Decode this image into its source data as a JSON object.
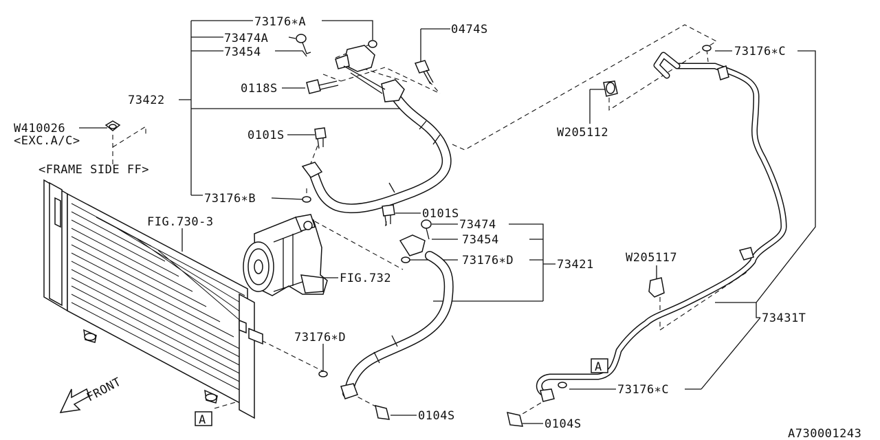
{
  "labels": {
    "p73176A": "73176∗A",
    "p73474A": "73474A",
    "p73454a": "73454",
    "p0474S": "0474S",
    "p0118S": "0118S",
    "p73422": "73422",
    "pW410026": "W410026",
    "pExcAC": "<EXC.A/C>",
    "pFrameSide": "<FRAME SIDE FF>",
    "p0101Sa": "0101S",
    "p73176B": "73176∗B",
    "pFig7303": "FIG.730-3",
    "p0101Sb": "0101S",
    "p73474": "73474",
    "p73454b": "73454",
    "p73176D1": "73176∗D",
    "p73421": "73421",
    "pFig732": "FIG.732",
    "p73176D2": "73176∗D",
    "p0104Sa": "0104S",
    "p73176C1": "73176∗C",
    "pW205112": "W205112",
    "pW205117": "W205117",
    "p73431T": "73431T",
    "p73176C2": "73176∗C",
    "p0104Sb": "0104S",
    "refA1": "A",
    "refA2": "A",
    "front": "FRONT",
    "diagramId": "A730001243"
  }
}
